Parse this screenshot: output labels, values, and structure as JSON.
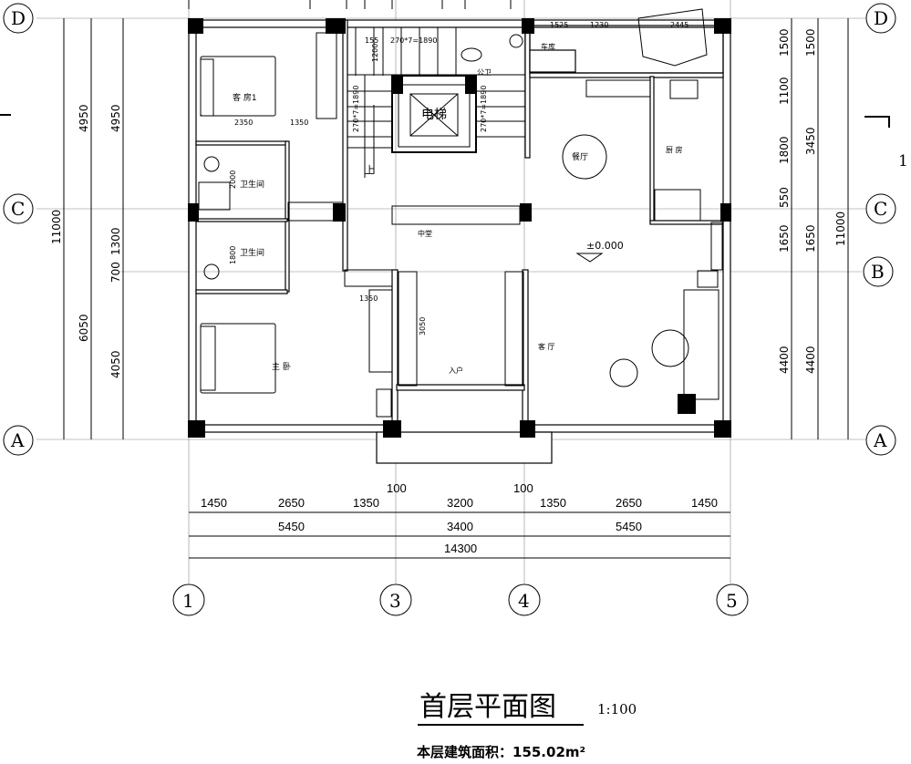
{
  "rooms": {
    "guest_room": "客 房1",
    "bathroom_upper": "卫生间",
    "bathroom_lower": "卫生间",
    "master_bedroom": "主 卧",
    "elevator": "电梯",
    "stair_up": "上",
    "public_wc": "公卫",
    "garage": "车库",
    "dining": "餐厅",
    "kitchen": "厨 房",
    "hall": "中堂",
    "entry": "入户",
    "living": "客 厅"
  },
  "elevation_mark": "±0.000",
  "inner_dims": {
    "guest_w1": "2350",
    "guest_w2": "1350",
    "bath_h1": "2000",
    "bath_h2": "1800",
    "closet": "1350",
    "entry_h": "3050",
    "stair_top": "155",
    "stair_run_top": "270*7=1890",
    "stair_h": "1200",
    "stair_run_left": "270*7=1890",
    "stair_run_right": "270*7=1890",
    "garage_1": "1525",
    "garage_2": "1230",
    "garage_3": "2445"
  },
  "left_dims": {
    "outer": "11000",
    "mid": [
      "4950",
      "6050"
    ],
    "inner": [
      "4950",
      "1300",
      "700",
      "4050"
    ]
  },
  "right_dims": {
    "inner": [
      "1500",
      "1100",
      "1800",
      "550",
      "1650",
      "4400"
    ],
    "mid": [
      "1500",
      "3450",
      "1650",
      "4400"
    ],
    "outer": "11000"
  },
  "bottom_dims": {
    "row1": [
      "1450",
      "2650",
      "1350",
      "100",
      "3200",
      "100",
      "1350",
      "2650",
      "1450"
    ],
    "row2": [
      "5450",
      "3400",
      "5450"
    ],
    "total": "14300"
  },
  "axes": {
    "bottom": [
      "1",
      "3",
      "4",
      "5"
    ],
    "left": [
      "D",
      "C",
      "A"
    ],
    "right": [
      "D",
      "C",
      "B",
      "A"
    ],
    "side_number": "1"
  },
  "title": "首层平面图",
  "scale": "1:100",
  "area_label": "本层建筑面积：155.02m²"
}
